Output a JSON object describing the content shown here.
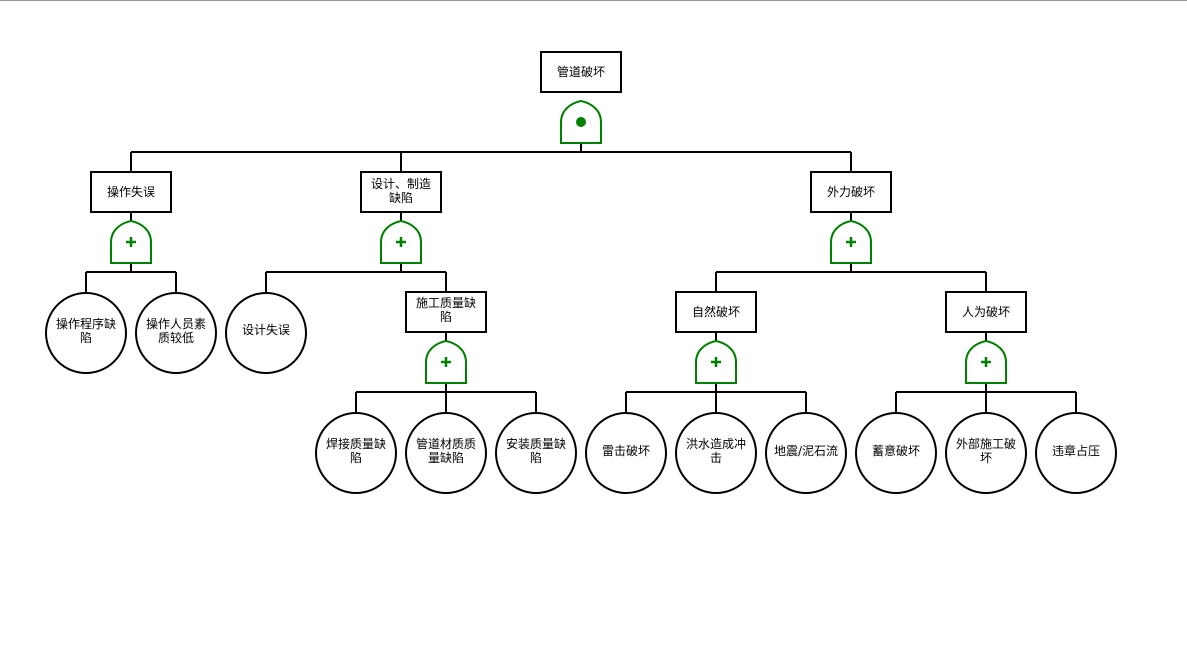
{
  "colors": {
    "gate": "#008000",
    "line": "#000000",
    "fill": "#ffffff"
  },
  "top_event": {
    "label": "管道破坏",
    "gate_type": "and"
  },
  "intermediate": {
    "op_error": {
      "label": "操作失误",
      "gate_type": "or"
    },
    "design_defect": {
      "label_lines": [
        "设计、制造",
        "缺陷"
      ],
      "gate_type": "or"
    },
    "external_damage": {
      "label": "外力破坏",
      "gate_type": "or"
    },
    "construction_defect": {
      "label_lines": [
        "施工质量缺",
        "陷"
      ],
      "gate_type": "or"
    },
    "natural_damage": {
      "label": "自然破坏",
      "gate_type": "or"
    },
    "human_damage": {
      "label": "人为破坏",
      "gate_type": "or"
    }
  },
  "basic": {
    "procedure_defect": {
      "label_lines": [
        "操作程序缺",
        "陷"
      ]
    },
    "staff_quality": {
      "label_lines": [
        "操作人员素",
        "质较低"
      ]
    },
    "design_error": {
      "label_lines": [
        "设计失误"
      ]
    },
    "welding_defect": {
      "label_lines": [
        "焊接质量缺",
        "陷"
      ]
    },
    "material_defect": {
      "label_lines": [
        "管道材质质",
        "量缺陷"
      ]
    },
    "install_defect": {
      "label_lines": [
        "安装质量缺",
        "陷"
      ]
    },
    "lightning": {
      "label_lines": [
        "雷击破坏"
      ]
    },
    "flood": {
      "label_lines": [
        "洪水造成冲",
        "击"
      ]
    },
    "earthquake": {
      "label_lines": [
        "地震/泥石流"
      ]
    },
    "deliberate": {
      "label_lines": [
        "蓄意破坏"
      ]
    },
    "third_party": {
      "label_lines": [
        "外部施工破",
        "坏"
      ]
    },
    "illegal_occupation": {
      "label_lines": [
        "违章占压"
      ]
    }
  }
}
